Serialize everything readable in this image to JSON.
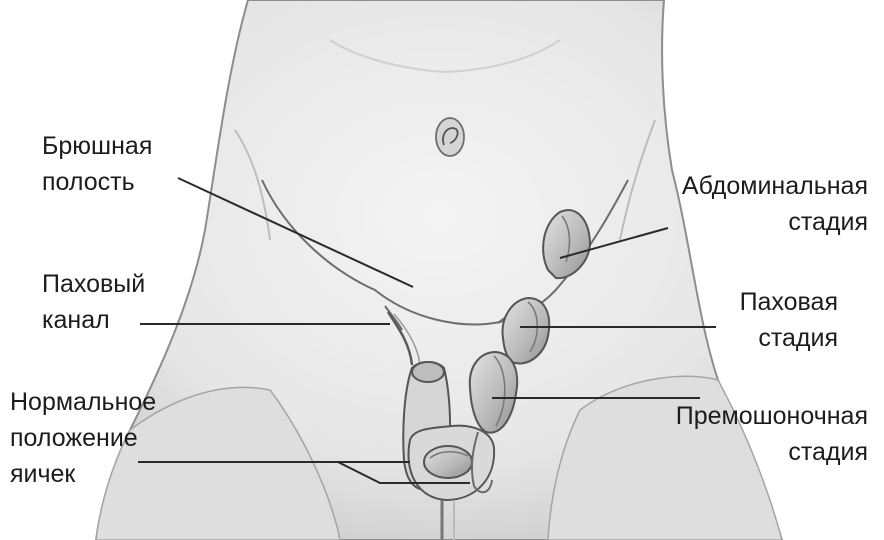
{
  "labels": {
    "abdominal_cavity": [
      "Брюшная",
      "полость"
    ],
    "inguinal_canal": [
      "Паховый",
      "канал"
    ],
    "normal_position": [
      "Нормальное",
      "положение",
      "яичек"
    ],
    "abdominal_stage": [
      "Абдоминальная",
      "стадия"
    ],
    "inguinal_stage": [
      "Паховая",
      "стадия"
    ],
    "prescrotal_stage": [
      "Премошоночная",
      "стадия"
    ]
  },
  "colors": {
    "skin": "#e9e9e9",
    "skin_shadow": "#c9c9c9",
    "outline": "#5a5a5a",
    "organ": "#bcbcbc",
    "organ_dark": "#8a8a8a",
    "text": "#1c1c1c",
    "leader": "#2a2a2a"
  }
}
